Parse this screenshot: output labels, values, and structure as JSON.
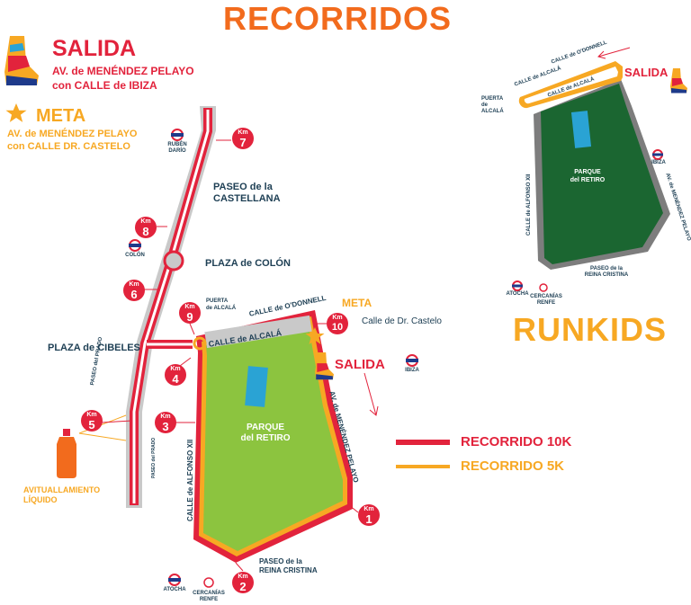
{
  "title": "RECORRIDOS",
  "start_block": {
    "heading": "SALIDA",
    "line1": "AV. de MENÉNDEZ PELAYO",
    "line2": "con CALLE de IBIZA"
  },
  "finish_block": {
    "heading": "META",
    "line1": "AV. de MENÉNDEZ PELAYO",
    "line2": "con CALLE DR. CASTELO"
  },
  "main_map": {
    "streets": {
      "castellana_1": "PASEO de la",
      "castellana_2": "CASTELLANA",
      "colon": "PLAZA de COLÓN",
      "cibeles": "PLAZA de CIBELES",
      "prado": "PASEO del PRADO",
      "puerta_1": "PUERTA",
      "puerta_2": "de ALCALÁ",
      "odonnell": "CALLE de O'DONNELL",
      "alcala": "CALLE de ALCALÁ",
      "castelo": "Calle de Dr. Castelo",
      "menendez": "AV. de MENÉNDEZ PELAYO",
      "alfonso": "CALLE de ALFONSO XII",
      "reina_1": "PASEO de la",
      "reina_2": "REINA CRISTINA",
      "small_prado": "PASEO del PRADO"
    },
    "park_1": "PARQUE",
    "park_2": "del RETIRO",
    "meta_label": "META",
    "salida_label": "SALIDA",
    "metro": {
      "ruben_1": "RUBÉN",
      "ruben_2": "DARÍO",
      "colon": "COLÓN",
      "ibiza": "IBIZA",
      "atocha": "ATOCHA",
      "renfe_1": "CERCANÍAS",
      "renfe_2": "RENFE"
    },
    "km_word": "Km",
    "km_markers": [
      "1",
      "2",
      "3",
      "4",
      "5",
      "6",
      "7",
      "8",
      "9",
      "10"
    ],
    "aid_1": "AVITUALLAMIENTO",
    "aid_2": "LÍQUIDO"
  },
  "legend": {
    "item_10k": "RECORRIDO 10K",
    "item_5k": "RECORRIDO 5K",
    "color_10k": "#e2233c",
    "color_5k": "#f7a823"
  },
  "kids_map": {
    "title": "RUNKIDS",
    "streets": {
      "odonnell": "CALLE de O'DONNELL",
      "alcala": "CALLE de ALCALÁ",
      "alcala2": "CALLE de ALCALÁ",
      "puerta_1": "PUERTA",
      "puerta_2": "de ALCALÁ",
      "alfonso": "CALLE de ALFONSO XII",
      "menendez": "AV. de MENÉNDEZ PELAYO",
      "reina_1": "PASEO de la",
      "reina_2": "REINA CRISTINA"
    },
    "park_1": "PARQUE",
    "park_2": "del RETIRO",
    "salida": "SALIDA",
    "metro_ibiza": "IBIZA",
    "metro_atocha": "ATOCHA",
    "renfe_1": "CERCANÍAS",
    "renfe_2": "RENFE"
  },
  "colors": {
    "route_red": "#e2233c",
    "route_orange": "#f7a823",
    "park_green": "#8cc43f",
    "kids_park_green": "#1b6631",
    "pond_blue": "#2aa3d4",
    "road_gray": "#c9c9c9",
    "title_orange": "#f26b1d"
  },
  "icons": [
    "runner-shoe-icon",
    "star-icon",
    "metro-icon",
    "renfe-icon",
    "water-bottle-icon",
    "arrow-icon"
  ]
}
